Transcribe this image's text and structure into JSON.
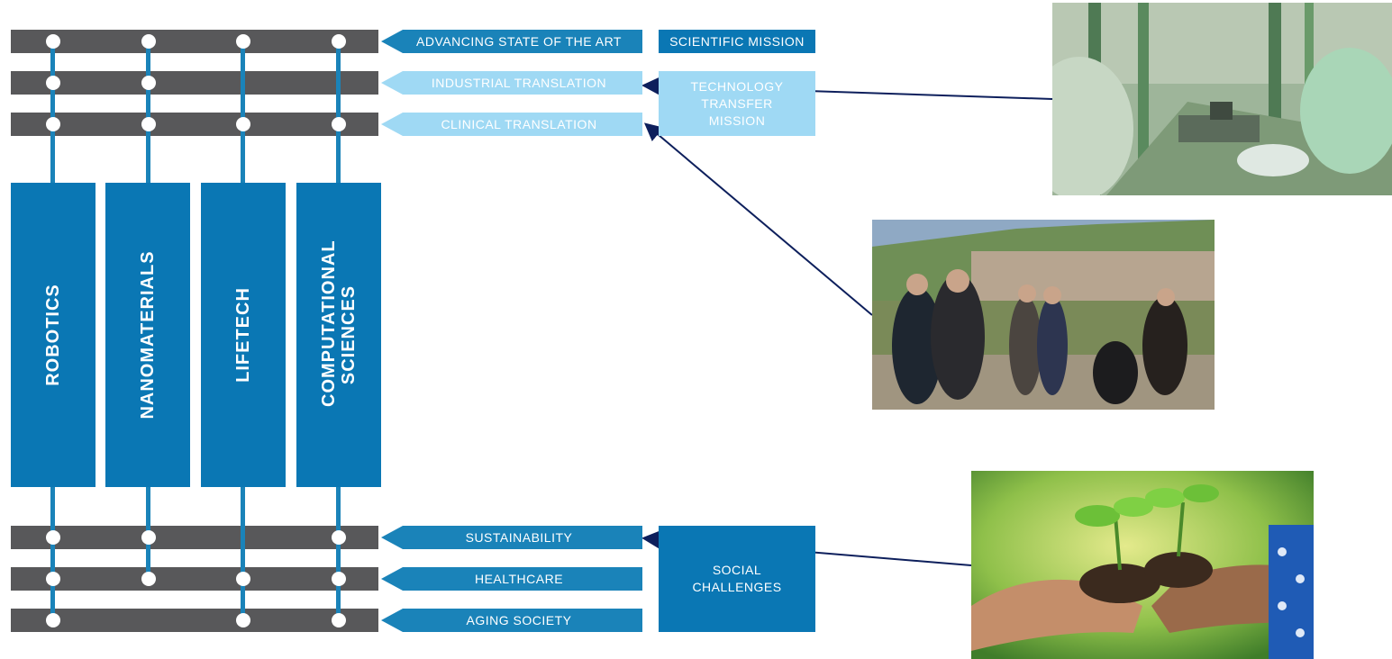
{
  "top_rows": [
    {
      "label": "ADVANCING STATE OF THE ART",
      "style": "dark"
    },
    {
      "label": "INDUSTRIAL TRANSLATION",
      "style": "light"
    },
    {
      "label": "CLINICAL TRANSLATION",
      "style": "light"
    }
  ],
  "bottom_rows": [
    {
      "label": "SUSTAINABILITY"
    },
    {
      "label": "HEALTHCARE"
    },
    {
      "label": "AGING SOCIETY"
    }
  ],
  "columns": [
    "ROBOTICS",
    "NANOMATERIALS",
    "LIFETECH",
    "COMPUTATIONAL SCIENCES"
  ],
  "missions": {
    "scientific": "SCIENTIFIC MISSION",
    "technology": "TECHNOLOGY TRANSFER MISSION",
    "social": "SOCIAL CHALLENGES"
  },
  "photos": {
    "factory": "factory-workers-photo",
    "elderly": "elderly-people-photo",
    "plant": "hands-plant-photo"
  },
  "colors": {
    "bar_gray": "#58585a",
    "column_blue": "#0a77b4",
    "arrow_blue": "#1a83b9",
    "light_blue": "#9fd9f4",
    "connector": "#0d1f5c"
  }
}
